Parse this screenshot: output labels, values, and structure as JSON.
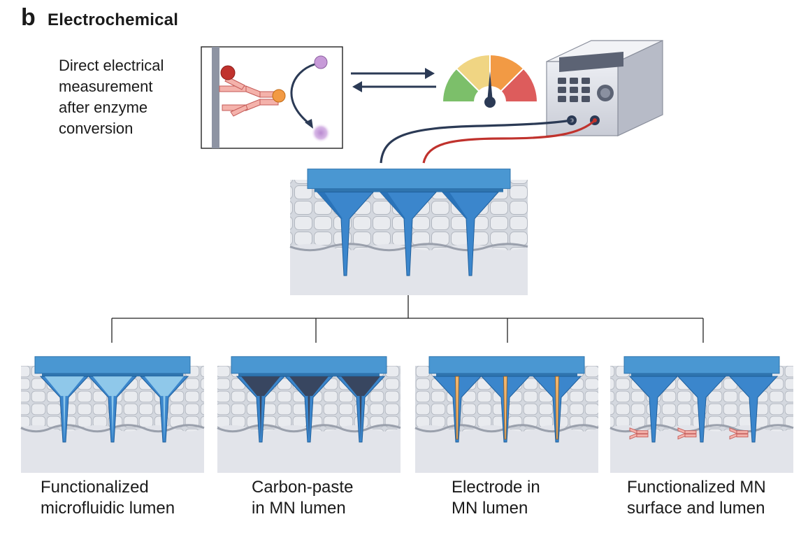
{
  "header": {
    "panel_letter": "b",
    "title": "Electrochemical"
  },
  "description": {
    "lines": [
      "Direct electrical",
      "measurement",
      "after enzyme",
      "conversion"
    ]
  },
  "gauge": {
    "colors": [
      "#7cbf6a",
      "#f0d583",
      "#f29a44",
      "#dd5c5c"
    ]
  },
  "patch": {
    "backing_color": "#4a97d2",
    "needle_color": "#3b86cc"
  },
  "variants": [
    {
      "caption": [
        "Functionalized",
        "microfluidic lumen"
      ],
      "needle_fill": "#8fc8ea",
      "kind": "lumen"
    },
    {
      "caption": [
        "Carbon-paste",
        "in MN lumen"
      ],
      "needle_fill": "#384660",
      "kind": "carbon"
    },
    {
      "caption": [
        "Electrode in",
        "MN lumen"
      ],
      "needle_fill": "#3b86cc",
      "kind": "electrode"
    },
    {
      "caption": [
        "Functionalized MN",
        "surface and lumen"
      ],
      "needle_fill": "#3b86cc",
      "kind": "surface"
    }
  ]
}
